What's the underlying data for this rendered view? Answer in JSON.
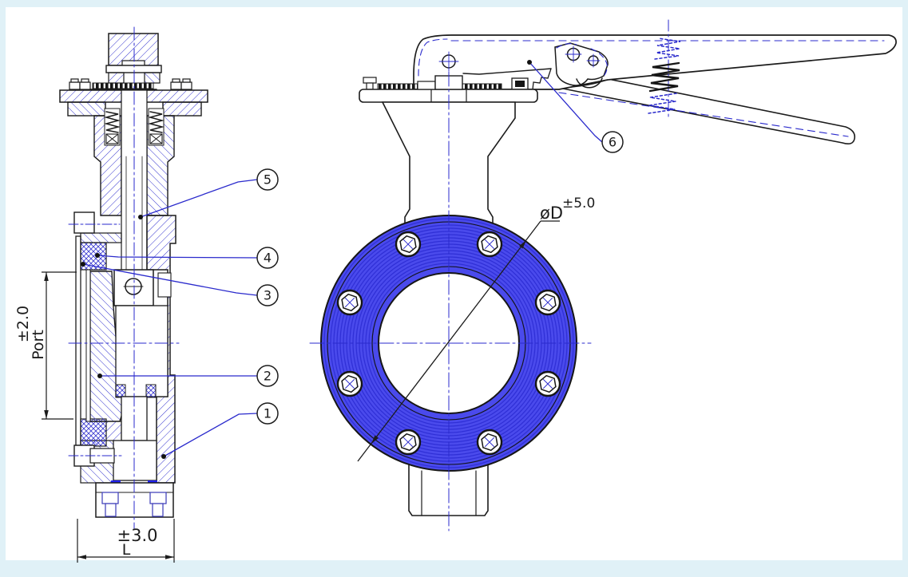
{
  "drawing": {
    "type": "butterfly-valve-technical-drawing",
    "callouts": [
      {
        "number": "1"
      },
      {
        "number": "2"
      },
      {
        "number": "3"
      },
      {
        "number": "4"
      },
      {
        "number": "5"
      },
      {
        "number": "6"
      }
    ],
    "dimensions": {
      "port_height": {
        "tolerance": "±2.0",
        "label": "Port"
      },
      "face_to_face": {
        "tolerance": "±3.0",
        "label": "L"
      },
      "flange_diameter": {
        "symbol": "øD",
        "tolerance": "±5.0"
      }
    },
    "colors": {
      "page_background": "#e0f1f7",
      "sheet_background": "#ffffff",
      "line_black": "#1c1c1c",
      "accent_blue": "#2a2acc",
      "hatch_blue": "#3535cf",
      "flange_fill": "#4a4aec",
      "flange_texture": "#2626cf",
      "seal_blue": "#2222ee"
    }
  }
}
